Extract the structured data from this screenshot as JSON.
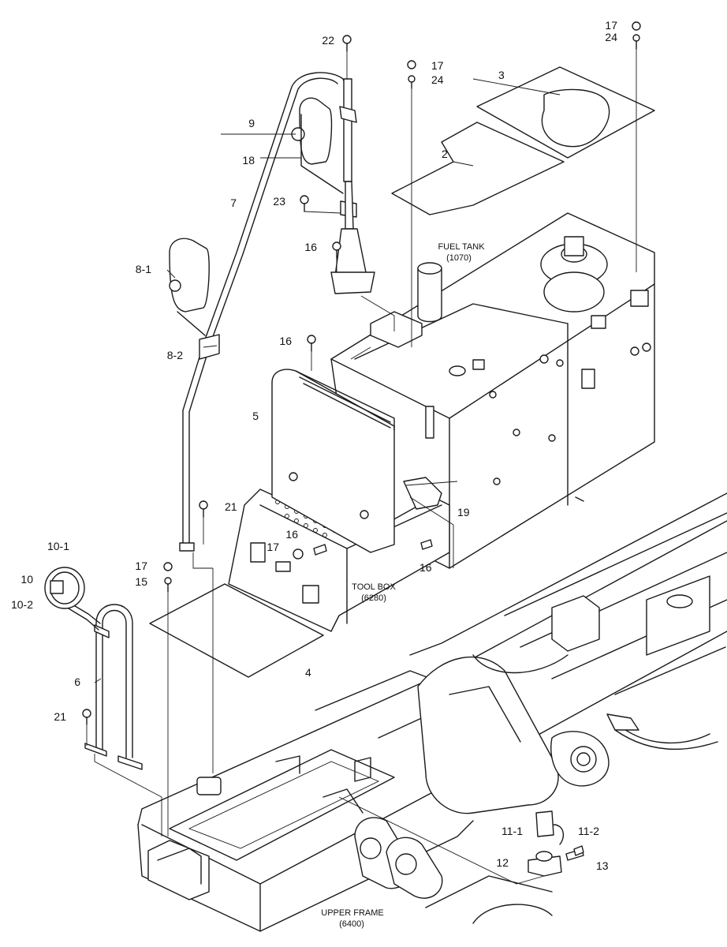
{
  "diagram": {
    "callouts": {
      "c22": "22",
      "c17a": "17",
      "c24a": "24",
      "c17b": "17",
      "c24b": "24",
      "c3": "3",
      "c9": "9",
      "c2": "2",
      "c18": "18",
      "c7": "7",
      "c23": "23",
      "c16a": "16",
      "c8_1": "8-1",
      "c8_2": "8-2",
      "c16b": "16",
      "c5": "5",
      "c21a": "21",
      "c19": "19",
      "c16c": "16",
      "c17c": "17",
      "c16d": "16",
      "c17d": "17",
      "c15": "15",
      "c10_1": "10-1",
      "c10": "10",
      "c10_2": "10-2",
      "c6": "6",
      "c4": "4",
      "c21b": "21",
      "c11_1": "11-1",
      "c11_2": "11-2",
      "c12": "12",
      "c13": "13"
    },
    "captions": {
      "fuel_tank_name": "FUEL TANK",
      "fuel_tank_ref": "(1070)",
      "tool_box_name": "TOOL BOX",
      "tool_box_ref": "(6280)",
      "upper_frame_name": "UPPER FRAME",
      "upper_frame_ref": "(6400)"
    }
  }
}
